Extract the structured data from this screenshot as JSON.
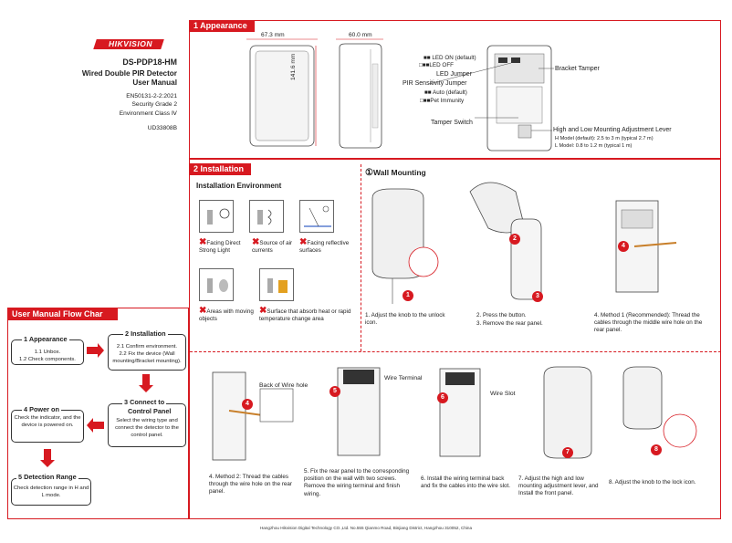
{
  "brand": {
    "logo_text": "HIKVISION"
  },
  "cover": {
    "model": "DS-PDP18-HM",
    "title_line1": "Wired Double PIR Detector",
    "title_line2": "User Manual",
    "standard": "EN50131-2-2:2021",
    "grade": "Security Grade 2",
    "env_class": "Environment Class Ⅳ",
    "doc_code": "UD33808B"
  },
  "appearance": {
    "header": "1  Appearance",
    "dim_width": "67.3  mm",
    "dim_depth": "60.0  mm",
    "dim_height": "141.6  mm",
    "led_on": "LED ON (default)",
    "led_off": "LED OFF",
    "led_jumper": "LED Jumper",
    "pir_jumper": "PIR Sensitivity Jumper",
    "auto": "Auto (default)",
    "pet": "Pet Immunity",
    "tamper_switch": "Tamper Switch",
    "bracket_tamper": "Bracket Tamper",
    "mount_lever": "High and Low Mounting Adjustment Lever",
    "h_model": "H Model (default): 2.5 to 3 m (typical 2.7 m)",
    "l_model": "L Model: 0.8 to 1.2 m (typical 1 m)"
  },
  "installation": {
    "header": "2  Installation",
    "env_title": "Installation  Environment",
    "env1": "Facing Direct Strong Light",
    "env2": "Source of air currents",
    "env3": "Facing reflective surfaces",
    "env4": "Areas with moving objects",
    "env5": "Surface that absorb heat or rapid temperature change area"
  },
  "wall": {
    "title": "Wall  Mounting",
    "circled": "①",
    "step1": "1. Adjust the knob to the unlock icon.",
    "step2a": "2. Press the button.",
    "step2b": "3. Remove the rear panel.",
    "step4": "4. Method 1 (Recommended): Thread the cables through the middle wire hole on the rear panel.",
    "step4b": "4. Method 2: Thread the cables through the wire hole on the rear panel.",
    "step5": "5. Fix the rear panel to the corresponding position on the wall with two screws. Remove the wiring terminal and finish wiring.",
    "step6": "6. Install the wiring terminal back and fix the cables into the wire slot.",
    "step7": "7. Adjust the high and low mounting adjustment lever, and Install the front panel.",
    "step8": "8. Adjust the knob to the lock icon.",
    "back_wire_hole": "Back of Wire hole",
    "wire_terminal": "Wire Terminal",
    "wire_slot": "Wire Slot",
    "n1": "1",
    "n2": "2",
    "n3": "3",
    "n4": "4",
    "n5": "5",
    "n6": "6",
    "n7": "7",
    "n8": "8"
  },
  "flow": {
    "header": "User  Manual  Flow  Char",
    "b1_title": "1  Appearance",
    "b1_l1": "1.1 Unbox.",
    "b1_l2": "1.2 Check components.",
    "b2_title": "2  Installation",
    "b2_l1": "2.1 Confirm environment.",
    "b2_l2": "2.2 Fix the device (Wall mounting/Bracket mounting).",
    "b3_title1": "3  Connect  to",
    "b3_title2": "Control Panel",
    "b3_text": "Select the wiring type and connect the detector to the control panel.",
    "b4_title": "4  Power  on",
    "b4_text": "Check the indicator, and the device is powered on.",
    "b5_title": "5  Detection  Range",
    "b5_text": "Check detection range in H and L mode."
  },
  "footer": "Hangzhou Hikvision Digital Technology CO.,Ltd. No.555 Qianmo Road, Binjiang District, Hangzhou 310052, China",
  "colors": {
    "accent": "#d71920"
  }
}
